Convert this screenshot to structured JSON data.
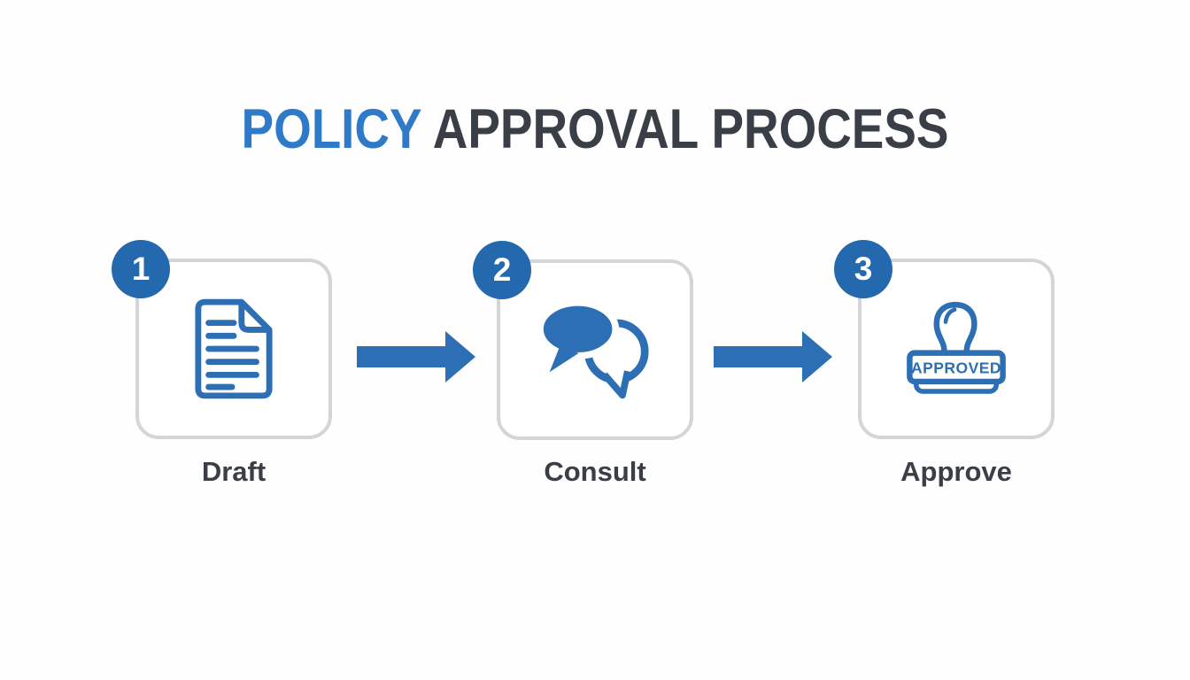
{
  "title": {
    "highlight": "POLICY",
    "rest": " APPROVAL PROCESS"
  },
  "steps": [
    {
      "number": "1",
      "label": "Draft",
      "icon": "document-icon"
    },
    {
      "number": "2",
      "label": "Consult",
      "icon": "speech-bubbles-icon"
    },
    {
      "number": "3",
      "label": "Approve",
      "icon": "approved-stamp-icon",
      "stamp_text": "APPROVED"
    }
  ],
  "arrows": {
    "between_1_2": "arrow-right-icon",
    "between_2_3": "arrow-right-icon"
  },
  "colors": {
    "accent-blue": "#2d6fb5",
    "title-blue": "#2e7ac8",
    "badge-blue": "#2468ae",
    "dark-text": "#3a3e46",
    "card-border": "#d4d5d8",
    "background": "#fefefe"
  }
}
